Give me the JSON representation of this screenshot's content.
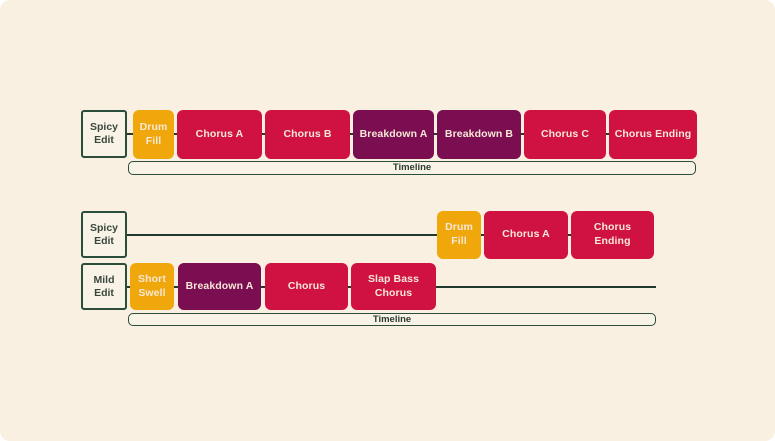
{
  "colors": {
    "bg": "#FAF0E2",
    "box-bg": "#F9F3E7",
    "green": "#2B4E3C",
    "line": "#21392C",
    "orange": "#F0A70B",
    "red": "#D01243",
    "purple": "#7B0D51",
    "block-text": "#F7E8D7",
    "label-text": "#39463D",
    "timeline-text": "#2C3B31"
  },
  "top": {
    "track_label": "Spicy Edit",
    "blocks": [
      {
        "label": "Drum Fill",
        "color": "orange"
      },
      {
        "label": "Chorus A",
        "color": "red"
      },
      {
        "label": "Chorus B",
        "color": "red"
      },
      {
        "label": "Breakdown A",
        "color": "purple"
      },
      {
        "label": "Breakdown B",
        "color": "purple"
      },
      {
        "label": "Chorus C",
        "color": "red"
      },
      {
        "label": "Chorus Ending",
        "color": "red"
      }
    ],
    "timeline_label": "Timeline"
  },
  "bottom": {
    "spicy_track_label": "Spicy Edit",
    "spicy_blocks": [
      {
        "label": "Drum Fill",
        "color": "orange"
      },
      {
        "label": "Chorus A",
        "color": "red"
      },
      {
        "label": "Chorus Ending",
        "color": "red"
      }
    ],
    "mild_track_label": "Mild Edit",
    "mild_blocks": [
      {
        "label": "Short Swell",
        "color": "orange"
      },
      {
        "label": "Breakdown A",
        "color": "purple"
      },
      {
        "label": "Chorus",
        "color": "red"
      },
      {
        "label": "Slap Bass Chorus",
        "color": "red"
      }
    ],
    "timeline_label": "Timeline"
  }
}
